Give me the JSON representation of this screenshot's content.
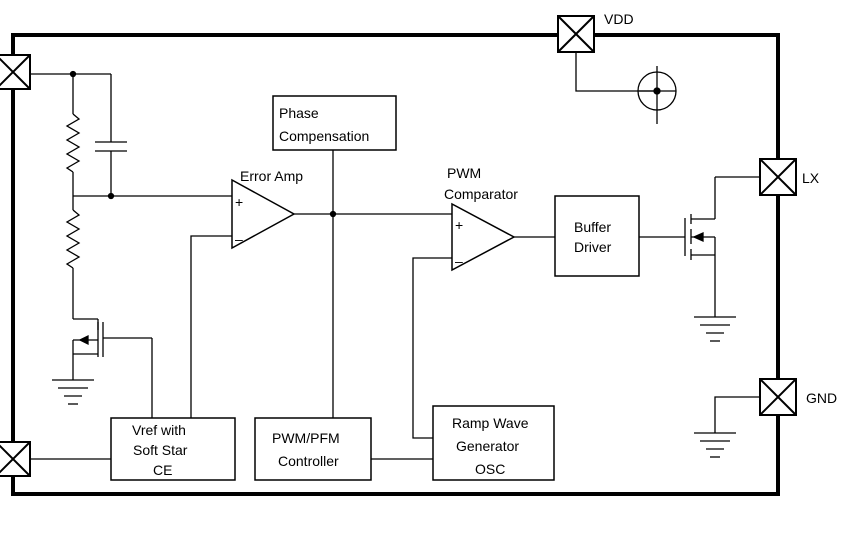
{
  "pins": {
    "vdd": "VDD",
    "lx": "LX",
    "gnd": "GND"
  },
  "blocks": {
    "phase_compensation": [
      "Phase",
      "Compensation"
    ],
    "error_amp": "Error  Amp",
    "pwm_comparator": [
      "PWM",
      "Comparator"
    ],
    "buffer_driver": [
      "Buffer",
      "Driver"
    ],
    "vref_softstart": [
      "Vref with",
      "Soft Star",
      "CE"
    ],
    "pwm_pfm_controller": [
      "PWM/PFM",
      "Controller"
    ],
    "ramp_wave_generator": [
      "Ramp Wave",
      "Generator",
      "OSC"
    ]
  },
  "symbols": {
    "plus": "+",
    "minus": "–"
  },
  "colors": {
    "line": "#000000",
    "background": "#ffffff"
  }
}
